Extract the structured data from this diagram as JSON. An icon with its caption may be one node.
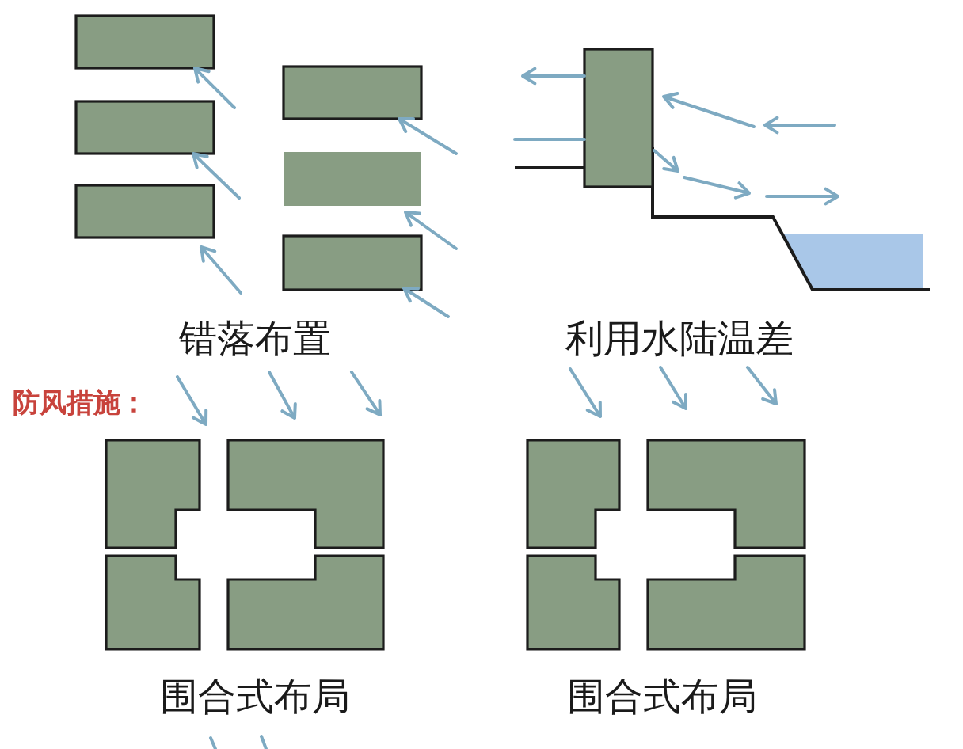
{
  "diagram": {
    "labels": [
      "错落布置",
      "利用水陆温差",
      "防风措施：",
      "围合式布局",
      "围合式布局"
    ]
  }
}
